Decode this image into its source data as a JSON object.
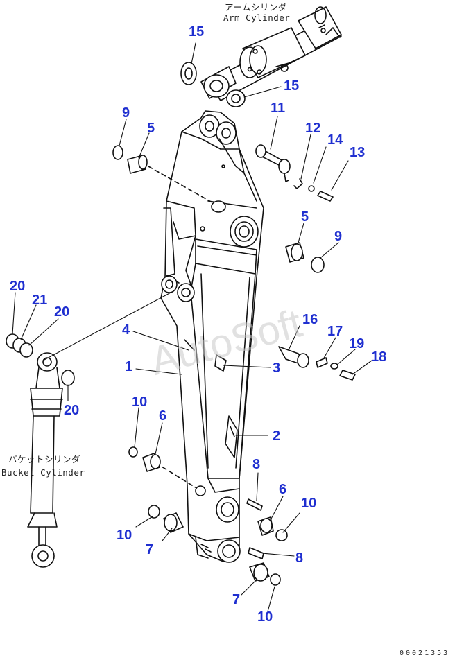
{
  "captions": {
    "arm_cylinder_jp": "アームシリンダ",
    "arm_cylinder_en": "Arm Cylinder",
    "bucket_cylinder_jp": "バケットシリンダ",
    "bucket_cylinder_en": "Bucket Cylinder"
  },
  "watermark": "AutoSoft",
  "document_number": "00021353",
  "callouts": {
    "c15a": "15",
    "c15b": "15",
    "c9a": "9",
    "c5a": "5",
    "c11": "11",
    "c12": "12",
    "c14": "14",
    "c13": "13",
    "c5b": "5",
    "c9b": "9",
    "c20a": "20",
    "c21": "21",
    "c20b": "20",
    "c16": "16",
    "c4": "4",
    "c17": "17",
    "c19": "19",
    "c18": "18",
    "c1": "1",
    "c3": "3",
    "c20c": "20",
    "c10a": "10",
    "c6a": "6",
    "c2": "2",
    "c8a": "8",
    "c6b": "6",
    "c10b": "10",
    "c10c": "10",
    "c7a": "7",
    "c8b": "8",
    "c7b": "7",
    "c10d": "10"
  },
  "colors": {
    "callout": "#1f2fd0",
    "line": "#111111",
    "watermark": "#c9c9c9"
  }
}
